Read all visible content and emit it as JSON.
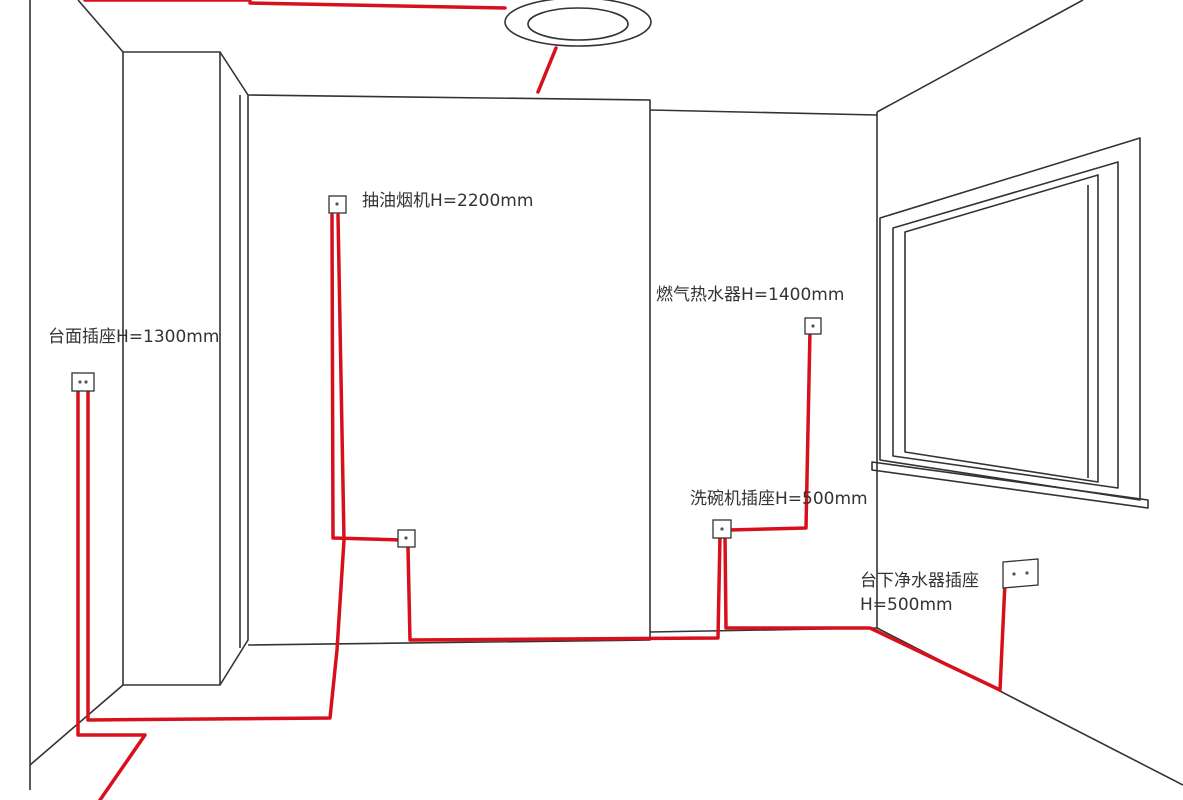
{
  "labels": {
    "hood": "抽油烟机H=2200mm",
    "counter": "台面插座H=1300mm",
    "water_heater": "燃气热水器H=1400mm",
    "dishwasher": "洗碗机插座H=500mm",
    "purifier_line1": "台下净水器插座",
    "purifier_line2": "H=500mm"
  },
  "colors": {
    "wire": "#d8101c",
    "line": "#333333",
    "background": "#ffffff",
    "text": "#333333"
  }
}
